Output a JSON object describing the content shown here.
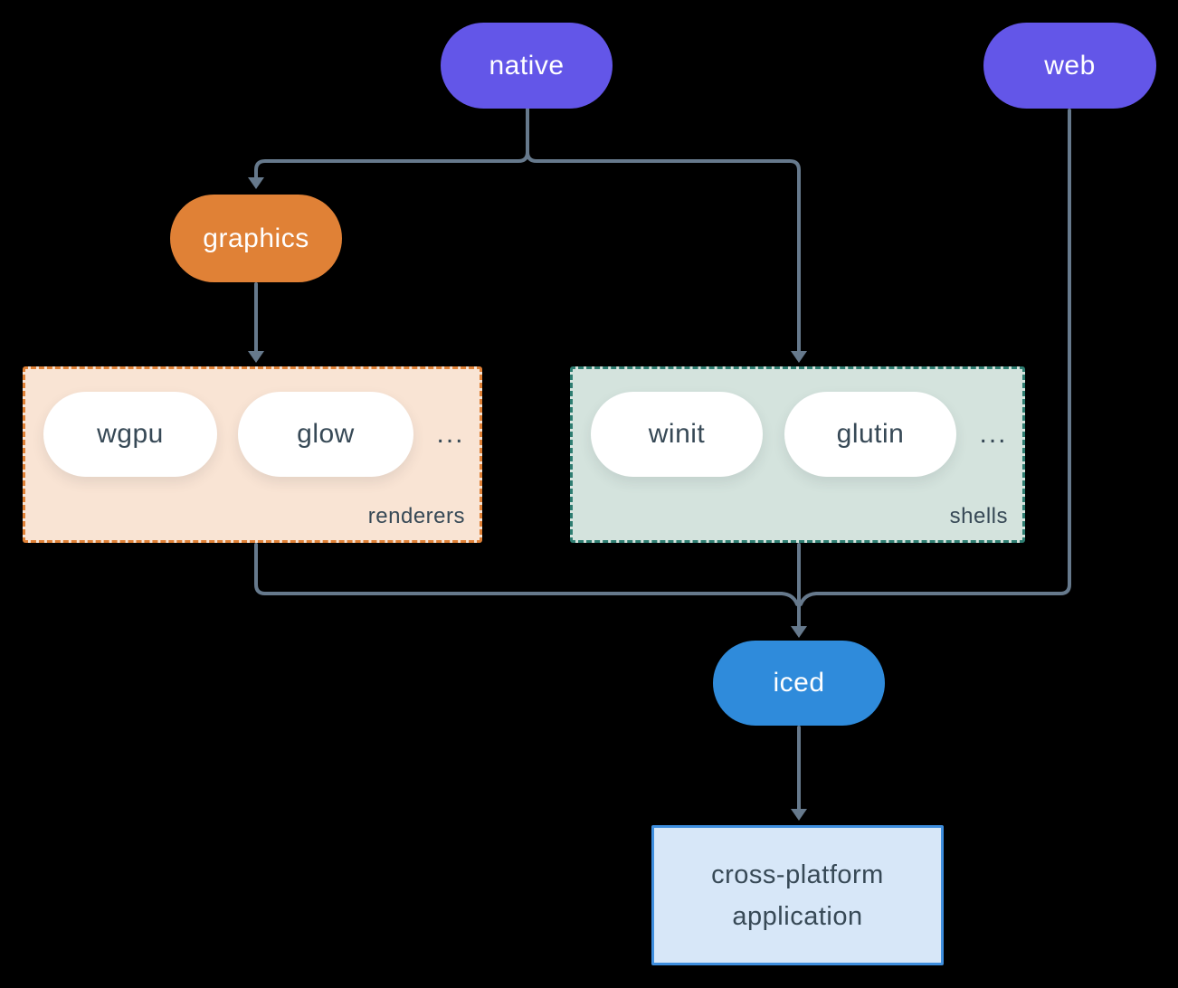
{
  "diagram": {
    "title": "iced ecosystem diagram",
    "background_color": "#000000",
    "edge_color": "#66798C",
    "text_color_dark": "#374956",
    "nodes": {
      "native": {
        "label": "native",
        "fill": "#6356E8",
        "text_color": "#FFFFFF",
        "shape": "pill"
      },
      "web": {
        "label": "web",
        "fill": "#6356E8",
        "text_color": "#FFFFFF",
        "shape": "pill"
      },
      "graphics": {
        "label": "graphics",
        "fill": "#E08136",
        "text_color": "#FFFFFF",
        "shape": "pill"
      },
      "iced": {
        "label": "iced",
        "fill": "#2F8BDB",
        "text_color": "#FFFFFF",
        "shape": "pill"
      },
      "application": {
        "lines": [
          "cross-platform",
          "application"
        ],
        "fill": "#D7E7F8",
        "border_color": "#3E8EDE",
        "text_color": "#374956",
        "shape": "rectangle"
      }
    },
    "groups": {
      "renderers": {
        "label": "renderers",
        "items": [
          "wgpu",
          "glow",
          "..."
        ],
        "fill": "#F9E4D4",
        "border_color": "#E08136",
        "border_style": "dashed"
      },
      "shells": {
        "label": "shells",
        "items": [
          "winit",
          "glutin",
          "..."
        ],
        "fill": "#D4E3DD",
        "border_color": "#2E7D71",
        "border_style": "dashed"
      }
    },
    "edges": [
      {
        "from": "native",
        "to": "graphics",
        "arrow": true
      },
      {
        "from": "native",
        "to": "shells",
        "arrow": true
      },
      {
        "from": "graphics",
        "to": "renderers",
        "arrow": true
      },
      {
        "from": "renderers",
        "to": "iced",
        "arrow": false
      },
      {
        "from": "shells",
        "to": "iced",
        "arrow": true
      },
      {
        "from": "web",
        "to": "iced",
        "arrow": false
      },
      {
        "from": "iced",
        "to": "application",
        "arrow": true
      }
    ]
  }
}
